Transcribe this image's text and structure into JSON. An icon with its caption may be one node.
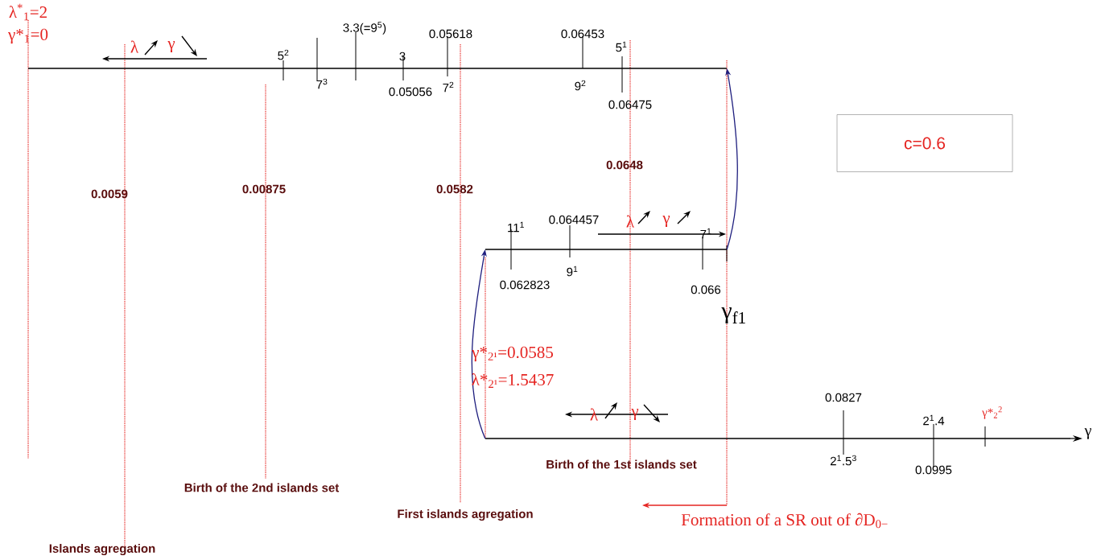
{
  "diagram": {
    "nodes": [
      {
        "text": [],
        "shape": "bar"
      },
      {
        "text": [],
        "shape": "bar"
      },
      {
        "text": [],
        "shape": "bar"
      },
      {
        "text": [
          "c=0.6"
        ]
      }
    ],
    "edges": [
      {
        "from": 2,
        "to": 1,
        "arrow": "to"
      },
      {
        "from": 1,
        "to": 0,
        "arrow": "to"
      }
    ],
    "labels": [
      "λ$^{*}$$_{1}$=2",
      "γ*$_{1}$=0",
      "λ",
      "γ",
      "3.3(=9$^{5}$)",
      "0.05618",
      "0.06453",
      "5$^{2}$",
      "3",
      "5$^{1}$",
      "7$^{3}$",
      "0.05056",
      "7$^{2}$",
      "9$^{2}$",
      "0.06475",
      "0.0648",
      "0.0059",
      "0.00875",
      "0.0582",
      "11$^{1}$",
      "0.064457",
      "λ",
      "γ",
      "7$^{1}$",
      "9$^{1}$",
      "0.062823",
      "0.066",
      "γ$_{f1}$",
      "γ*$_{2¹}$=0.0585",
      "λ*$_{2¹}$=1.5437",
      "λ",
      "γ",
      "0.0827",
      "2$^{1}$.4",
      "γ*$_{2}$$^{2}$",
      "γ",
      "2$^{1}$.5$^{3}$",
      "0.0995",
      "Birth of the 1st islands set",
      "Birth of the 2nd islands set",
      "First islands agregation",
      "Formation of a SR out of ∂D$_{0−}$",
      "Islands agregation"
    ]
  }
}
